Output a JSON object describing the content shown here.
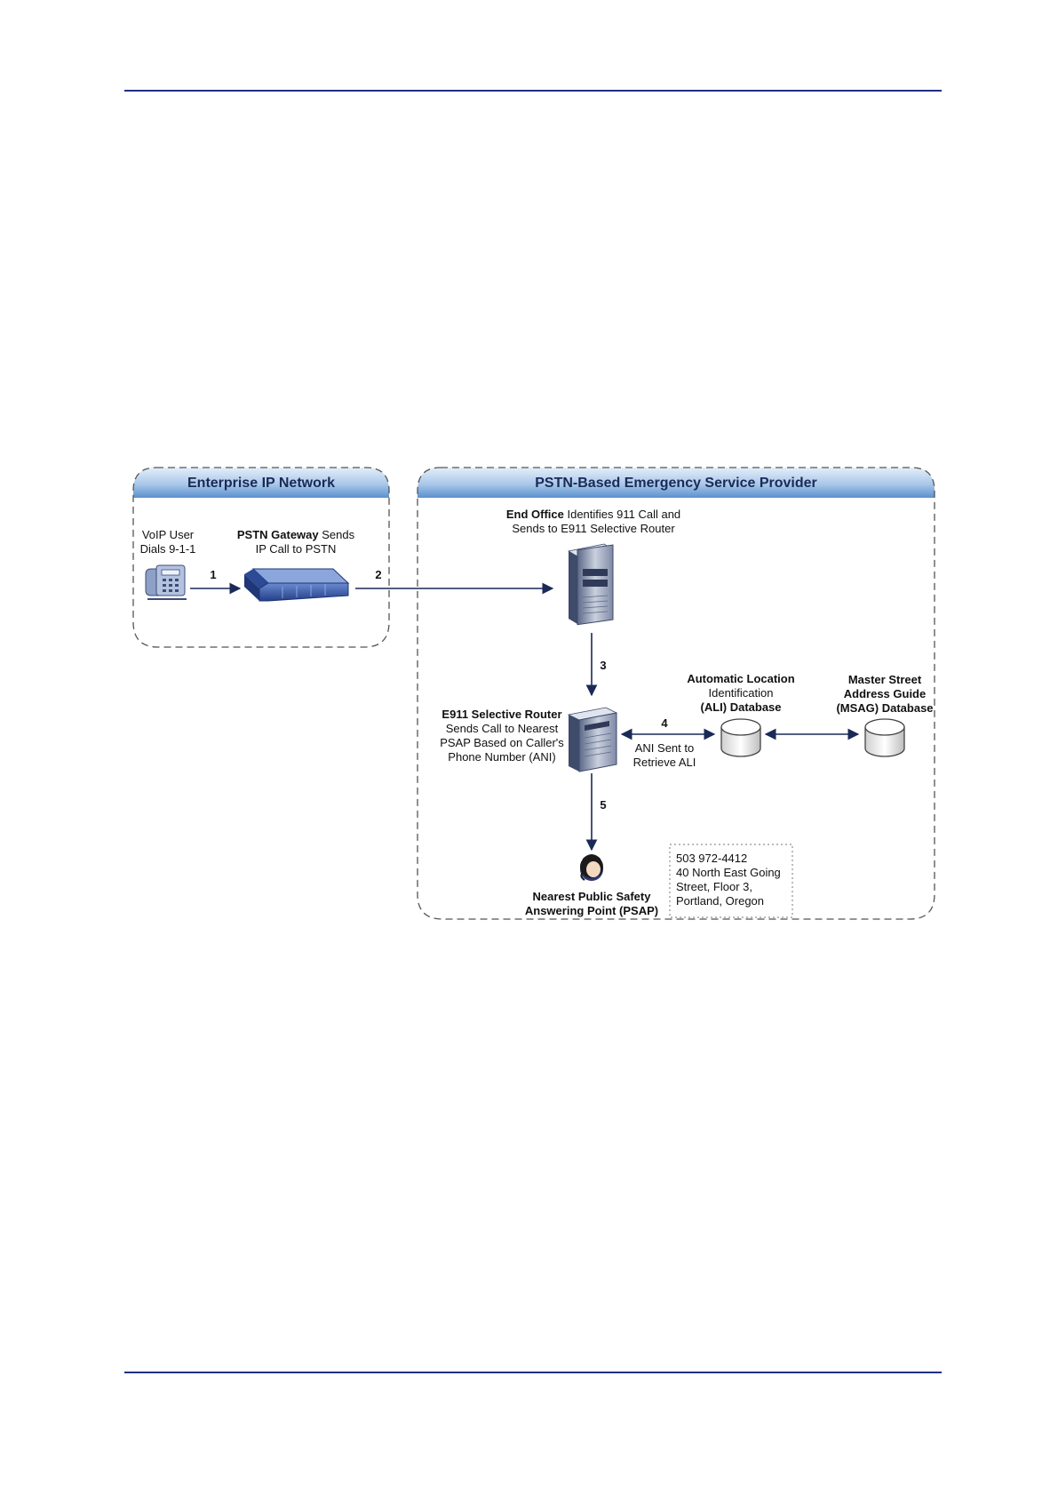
{
  "page": {
    "rule_color": "#1f2f86"
  },
  "zones": {
    "enterprise": {
      "title": "Enterprise IP Network"
    },
    "pstn": {
      "title": "PSTN-Based Emergency Service Provider"
    }
  },
  "nodes": {
    "voip_user": {
      "line1": "VoIP User",
      "line2": "Dials 9-1-1"
    },
    "gateway": {
      "bold": "PSTN Gateway",
      "rest": " Sends",
      "line2": "IP Call to PSTN"
    },
    "end_office": {
      "bold": "End Office",
      "rest": " Identifies 911 Call and",
      "line2": "Sends to E911 Selective Router"
    },
    "router": {
      "line1": "E911 Selective Router",
      "line2": "Sends Call to Nearest",
      "line3": "PSAP Based on Caller's",
      "line4": "Phone Number (ANI)"
    },
    "ali": {
      "line1": "Automatic Location",
      "line2": "Identification",
      "line3": "(ALI) Database"
    },
    "msag": {
      "line1": "Master Street",
      "line2": "Address Guide",
      "line3": "(MSAG) Database"
    },
    "psap": {
      "line1": "Nearest Public Safety",
      "line2": "Answering Point (PSAP)"
    }
  },
  "steps": {
    "s1": "1",
    "s2": "2",
    "s3": "3",
    "s4": "4",
    "s4_line1": "ANI Sent to",
    "s4_line2": "Retrieve ALI",
    "s5": "5"
  },
  "address_card": {
    "line1": "503 972-4412",
    "line2": "40 North East Going",
    "line3": "Street, Floor 3,",
    "line4": "Portland, Oregon"
  },
  "colors": {
    "header_gradient_top": "#d6e6f7",
    "header_gradient_bottom": "#5f95cf",
    "arrow": "#1a2a57",
    "dash": "#555555"
  }
}
